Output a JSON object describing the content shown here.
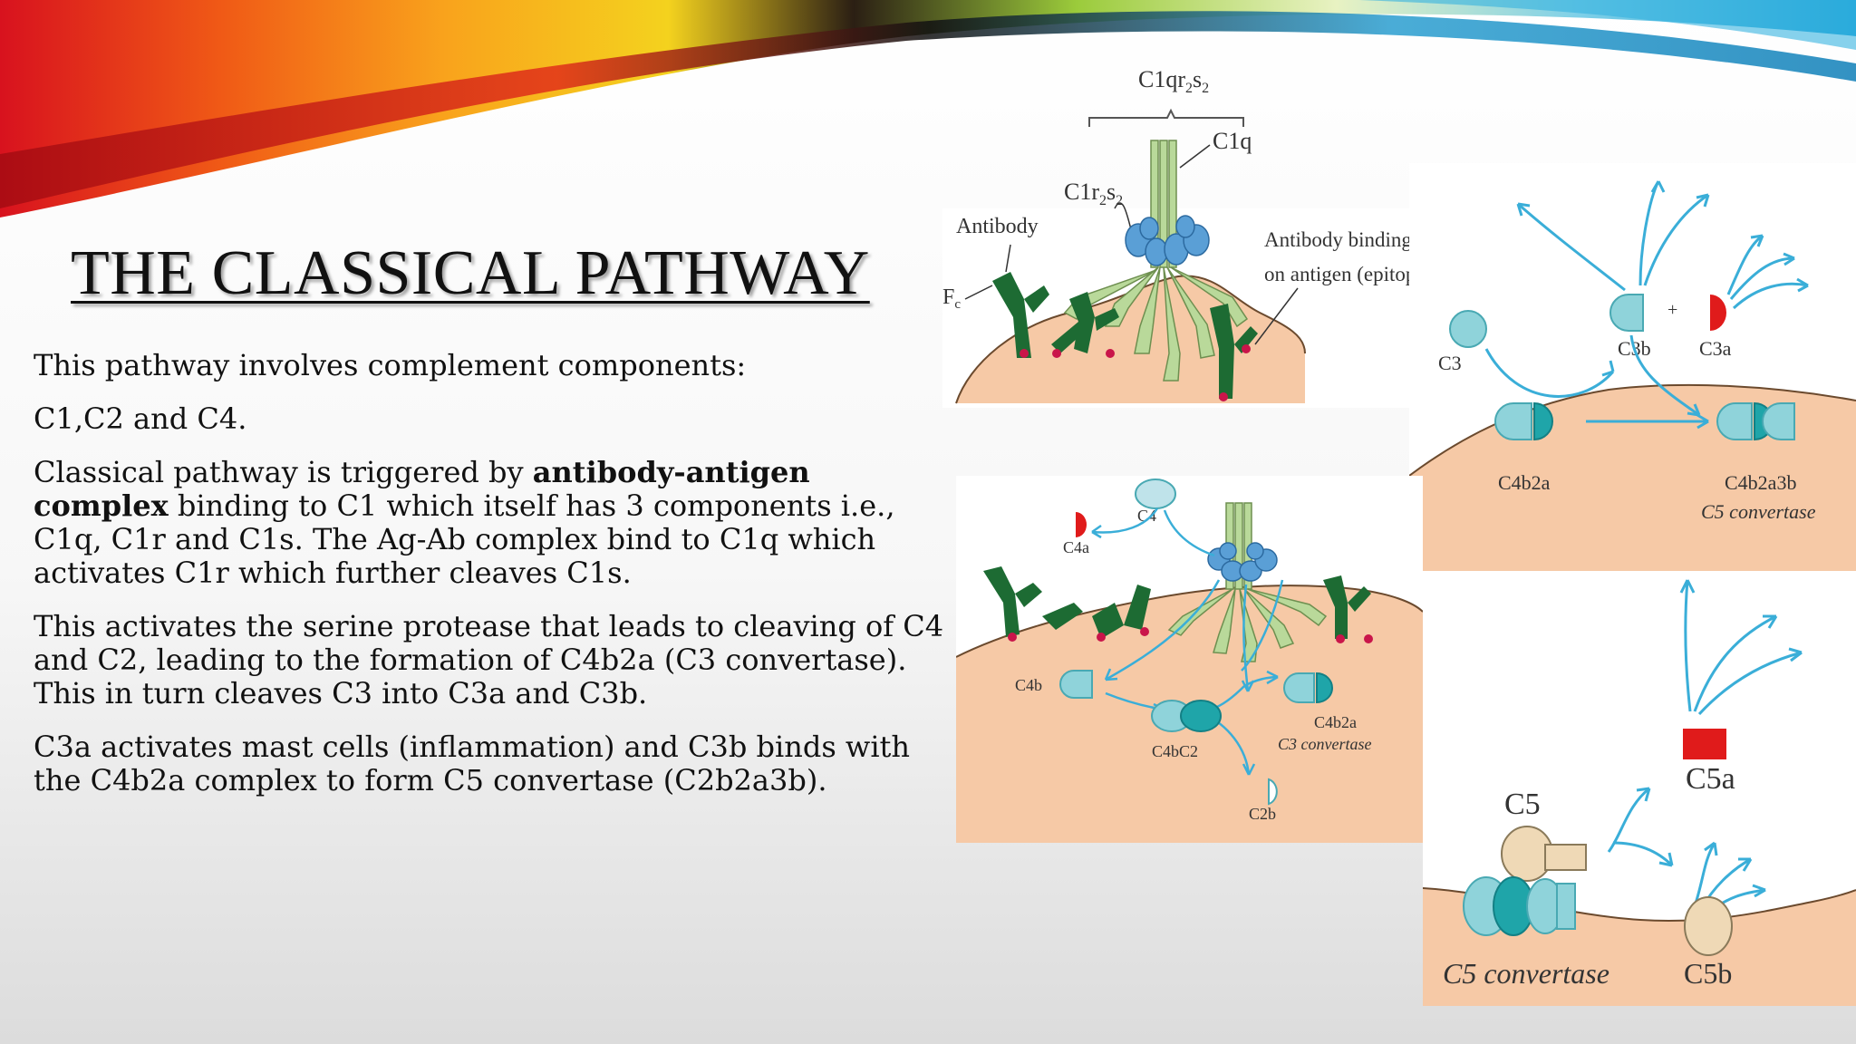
{
  "slide": {
    "title": "THE CLASSICAL PATHWAY",
    "paragraphs": [
      {
        "text": "This pathway involves complement components:"
      },
      {
        "text": "C1,C2 and C4."
      },
      {
        "pre": "Classical pathway is triggered by ",
        "bold": "antibody-antigen complex",
        "post": " binding to C1 which itself has 3 components i.e., C1q, C1r and C1s. The Ag-Ab complex bind to C1q which activates C1r which further cleaves C1s."
      },
      {
        "text": "This activates the serine protease that leads to cleaving of C4 and C2, leading to the formation of C4b2a (C3 convertase). This in turn cleaves C3 into C3a and C3b."
      },
      {
        "text": "C3a activates mast cells (inflammation) and C3b binds with the C4b2a complex to form C5 convertase (C2b2a3b)."
      }
    ]
  },
  "figure1": {
    "complex_label": "C1qr",
    "complex_sub1": "2",
    "complex_s": "s",
    "complex_sub2": "2",
    "c1q_label": "C1q",
    "c1r_label": "C1r",
    "c1r_sub1": "2",
    "c1r_s": "s",
    "c1r_sub2": "2",
    "antibody_label": "Antibody",
    "fc_label": "F",
    "fc_sub": "c",
    "binding_line1": "Antibody binding si",
    "binding_line2": "on antigen (epitope"
  },
  "figure2": {
    "c4": "C4",
    "c4a": "C4a",
    "c4b": "C4b",
    "c4bc2": "C4bC2",
    "c4b2a": "C4b2a",
    "c3_convertase": "C3 convertase",
    "c2b": "C2b"
  },
  "figure3": {
    "c3": "C3",
    "c3b": "C3b",
    "plus": "+",
    "c3a": "C3a",
    "c4b2a": "C4b2a",
    "c4b2a3b": "C4b2a3b",
    "c5_convertase": "C5 convertase"
  },
  "figure4": {
    "c5": "C5",
    "c5a": "C5a",
    "c5_convertase": "C5 convertase",
    "c5b": "C5b"
  },
  "colors": {
    "antibody": "#1d6b33",
    "c1q": "#b9d99a",
    "c1r": "#5a9fd6",
    "cell": "#f6c9a6",
    "arrow": "#3aaed8",
    "c3a_red": "#e01b1b",
    "teal": "#49a9b3"
  }
}
